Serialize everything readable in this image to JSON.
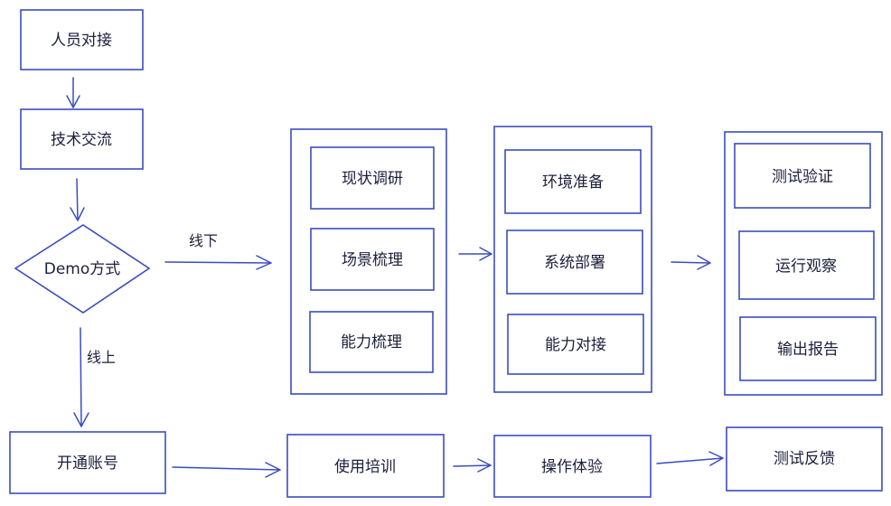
{
  "colors": {
    "stroke": "#3b4cc0",
    "text": "#1b1f3b",
    "background": "#ffffff"
  },
  "diagram": {
    "nodes": {
      "n1": "人员对接",
      "n2": "技术交流",
      "decision": "Demo方式",
      "a1": "现状调研",
      "a2": "场景梳理",
      "a3": "能力梳理",
      "b1": "环境准备",
      "b2": "系统部署",
      "b3": "能力对接",
      "c1": "测试验证",
      "c2": "运行观察",
      "c3": "输出报告",
      "o1": "开通账号",
      "o2": "使用培训",
      "o3": "操作体验",
      "o4": "测试反馈"
    },
    "edge_labels": {
      "offline": "线下",
      "online": "线上"
    }
  }
}
